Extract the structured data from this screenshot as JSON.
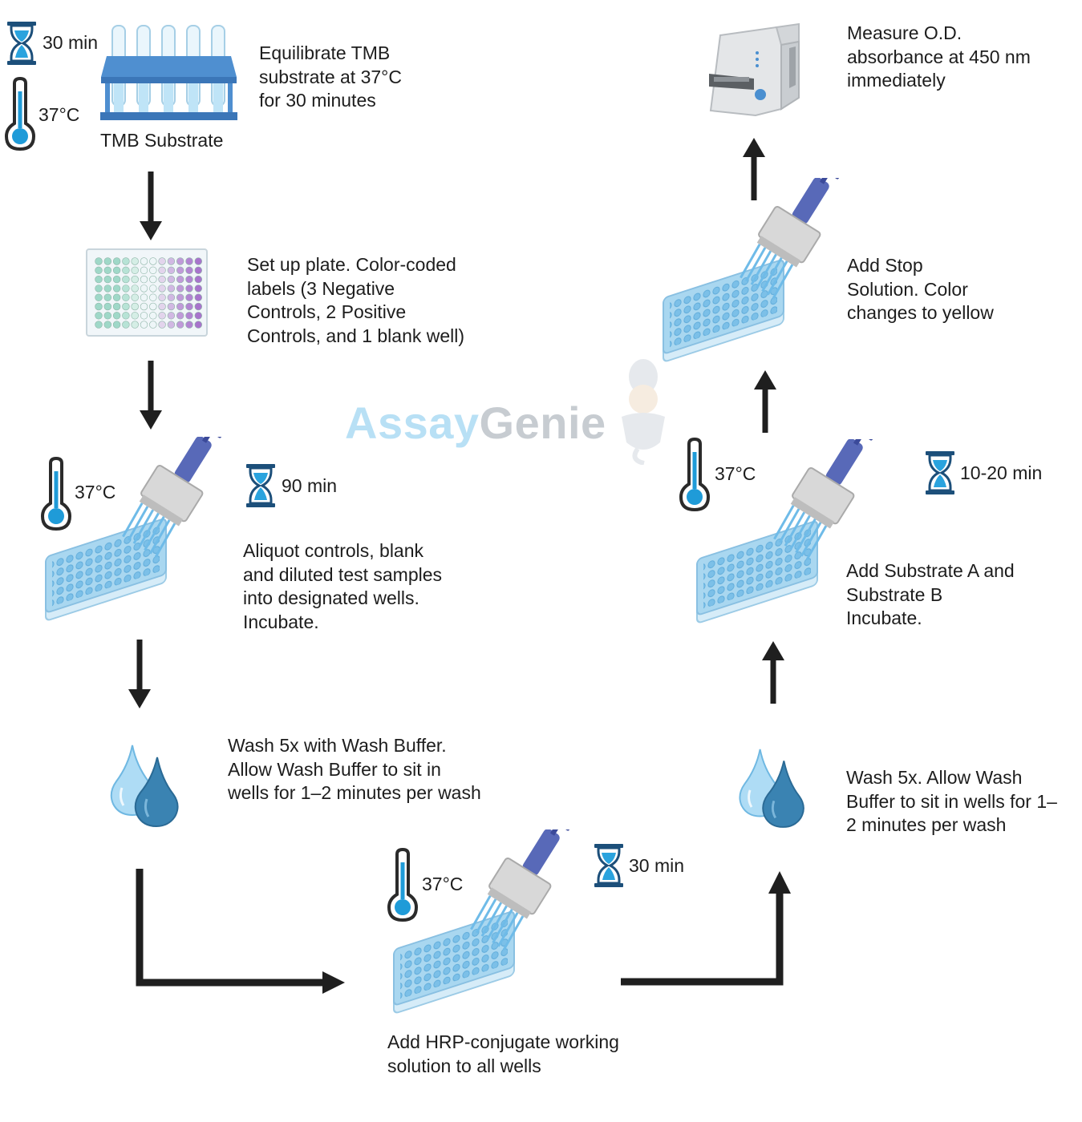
{
  "steps": {
    "equilibrate": {
      "time": "30 min",
      "temp": "37°C",
      "reagent_label": "TMB Substrate",
      "text": "Equilibrate TMB\nsubstrate at 37°C\nfor 30 minutes"
    },
    "setup_plate": {
      "text": "Set up plate. Color-coded\nlabels (3 Negative\nControls, 2 Positive\nControls, and 1 blank well)"
    },
    "aliquot": {
      "temp": "37°C",
      "time": "90 min",
      "text": "Aliquot controls, blank\nand diluted test samples\ninto designated wells.\nIncubate."
    },
    "wash_1": {
      "text": "Wash 5x with Wash Buffer.\nAllow Wash Buffer to sit in\nwells for 1–2 minutes per wash"
    },
    "hrp": {
      "temp": "37°C",
      "time": "30 min",
      "text": "Add  HRP-conjugate working\nsolution to all wells"
    },
    "wash_2": {
      "text": "Wash 5x. Allow Wash\nBuffer to sit in wells for 1–\n2 minutes per wash"
    },
    "substrate": {
      "temp": "37°C",
      "time": "10-20 min",
      "text": "Add  Substrate A and\nSubstrate B\nIncubate."
    },
    "stop": {
      "text": "Add Stop\nSolution. Color\nchanges to yellow"
    },
    "measure": {
      "text": "Measure O.D.\nabsorbance at 450 nm\nimmediately"
    }
  },
  "watermark": {
    "part1": "Assay",
    "part2": "Genie"
  },
  "colors": {
    "arrow": "#1f1f1f",
    "hourglass": "#1c4f7a",
    "thermo_fill": "#1f9bd8",
    "plate": "#a9d7f0",
    "well": "#7cc0e8",
    "pipette": "#5869b8",
    "drop_light": "#aedcf5",
    "drop_dark": "#3a83b2"
  }
}
